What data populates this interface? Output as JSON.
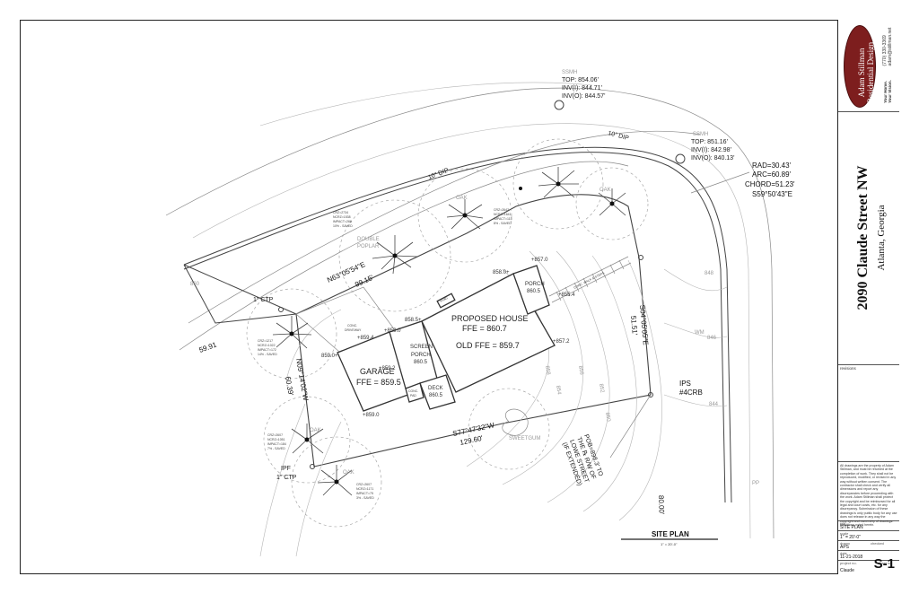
{
  "sheet": {
    "plan_title": "SITE PLAN",
    "plan_scale": "1\" = 20'-0\"",
    "sheet_number": "S-1"
  },
  "titleblock": {
    "company_line1": "Adam Stillman",
    "company_line2": "Residential Design",
    "phone": "(770) 330-3369",
    "email": "adam@stillman.net",
    "tagline1": "Your Home.",
    "tagline2": "Your Vision.",
    "address": "2090 Claude Street NW",
    "city": "Atlanta, Georgia",
    "revisions_label": "revisions",
    "legal_text": "All drawings are the property of Adam Stillman, and must be returned at the completion of work. They shall not be reproduced, modified, or revised in any way without written consent. The contractor shall check and verify all dimensions and report any discrepancies before proceeding with the work. Adam Stillman shall protect the copyright and be reimbursed for all legal and court costs, etc. for any discrepancy. Submission of these drawings is only public body for any use does not release in any way the copyright and ownership of drawings. conditions noted herein.",
    "title_label": "title",
    "title_value": "SITE PLAN",
    "scale_label": "scale",
    "scale_value": "1\" = 20'-0\"",
    "drawn_label": "drawn",
    "drawn_value": "APS",
    "checked_label": "checked",
    "date_label": "date",
    "date_value": "11-21-2018",
    "project_label": "project no.",
    "project_value": "Claude",
    "sheetno_label": "sheet no."
  },
  "labels": {
    "house": "PROPOSED HOUSE",
    "house_ffe": "FFE = 860.7",
    "old_ffe": "OLD FFE = 859.7",
    "garage": "GARAGE",
    "garage_ffe": "FFE = 859.5",
    "screen1": "SCREEN",
    "screen2": "PORCH",
    "screen_elev": "860.5",
    "porch": "PORCH",
    "porch_elev": "860.5",
    "deck": "DECK",
    "deck_elev": "860.5",
    "hvac": "HVAC",
    "conc_drive1": "CONC.",
    "conc_drive2": "DRIVEWAY",
    "conc_pad1": "CONC.",
    "conc_pad2": "PAD",
    "bearing_n63": "N63°05'54\"E",
    "dist_9915": "99.15'",
    "bearing_s04": "S04°05'05\"E",
    "dist_5151": "51.51'",
    "bearing_s77": "S77°47'32\"W",
    "dist_12960": "129.60'",
    "bearing_n09": "N09°14'02\"W",
    "dist_6039": "60.39'",
    "dist_5991": "59.91",
    "dist_8000": "80.00'",
    "curve_rad": "RAD=30.43'",
    "curve_arc": "ARC=60.89'",
    "curve_chord": "CHORD=51.23'",
    "curve_bearing": "S59°50'43\"E",
    "ssmh1_title": "SSMH",
    "ssmh1_top": "TOP: 854.06'",
    "ssmh1_inv1": "INV(I): 844.71'",
    "ssmh1_inv2": "INV(O): 844.57'",
    "ssmh2_title": "SSMH",
    "ssmh2_top": "TOP: 851.16'",
    "ssmh2_inv1": "INV(I): 842.98'",
    "ssmh2_inv2": "INV(O): 840.13'",
    "dip1": "10\" DIP",
    "dip2": "10\" DIP",
    "ctp1": "1\" CTP",
    "ipf1": "IPF",
    "ipf2": "1\" CTP",
    "ips1": "IPS",
    "ips2": "#4CRB",
    "pob1": "POB=898.3' TO",
    "pob2": "THE ℞ R/W OF",
    "pob3": "LOWE STREET",
    "pob4": "(IF EXTENDED)",
    "double_poplar1": "DOUBLE",
    "double_poplar2": "POPLAR",
    "oak": "OAK",
    "sweetgum": "SWEETGUM",
    "sidewalk": "CONC. WALK & STEPS",
    "e_8592": "+859.2",
    "e_8590a": "+859.0",
    "e_8590b": "+859.0",
    "e_8594": "+859.4",
    "e_8585": "858.5+",
    "e_8580": "858.0+",
    "e_8570": "+857.0",
    "e_8572": "+857.2",
    "e_8574": "+855.4",
    "e_8590c": "859.0+",
    "c_860": "860",
    "c_858": "858",
    "c_856": "856",
    "c_854": "854",
    "c_852": "852",
    "c_850": "850",
    "c_848": "848",
    "c_846": "846",
    "c_844": "844",
    "c_sswm": "WM",
    "c_pp": "PP",
    "crz1": "CRZ=2734",
    "crz1b": "NCRZ=1538",
    "crz1c": "IMPACT=266",
    "crz1d": "10% - SAVED",
    "crz2": "CRZ=2642",
    "crz2b": "NCRZ=1641",
    "crz2c": "IMPACT=115",
    "crz2d": "8% - SAVED",
    "crz3": "CRZ=1217",
    "crz3b": "NCRZ=1022",
    "crz3c": "IMPACT=172",
    "crz3d": "14% - SAVED",
    "crz4": "CRZ=2607",
    "crz4b": "NCRZ=1051",
    "crz4c": "IMPACT=184",
    "crz4d": "7% - SAVED",
    "crz5": "CRZ=2607",
    "crz5b": "NCRZ=1171",
    "crz5c": "IMPACT=75",
    "crz5d": "3% - SAVED"
  }
}
